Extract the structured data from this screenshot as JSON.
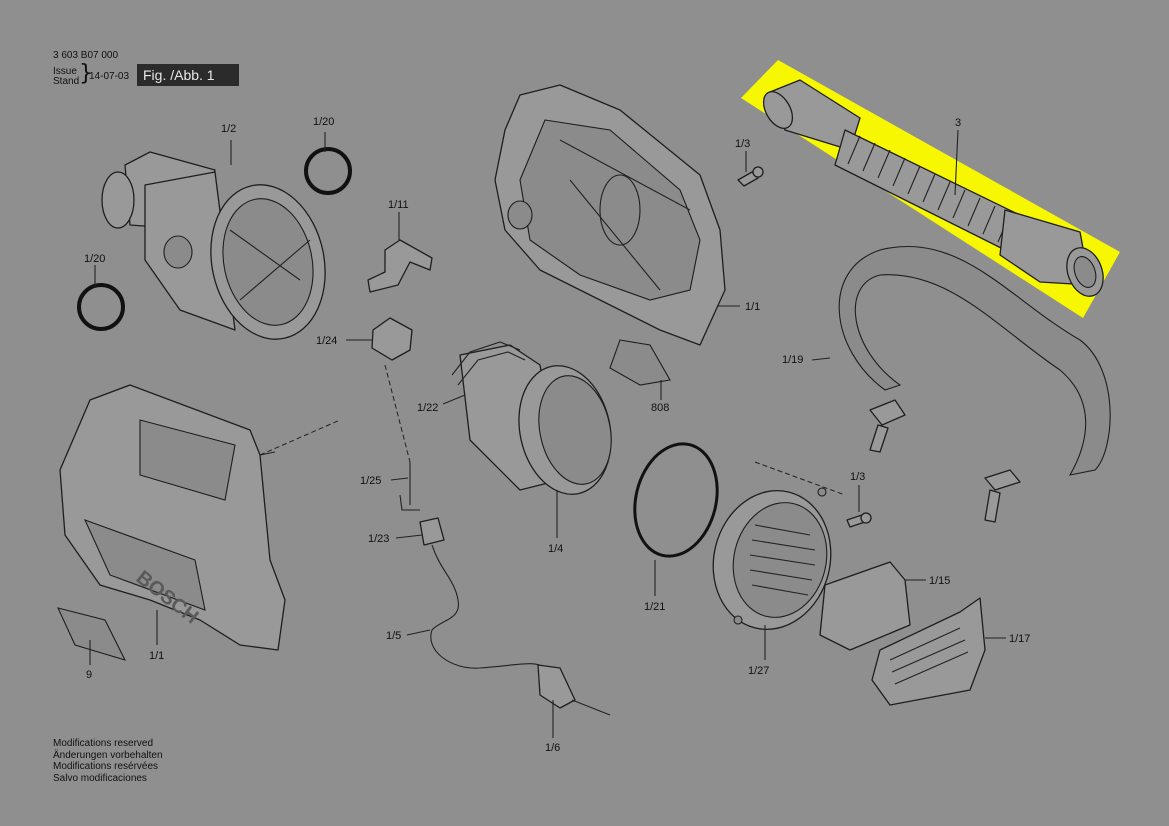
{
  "header": {
    "doc_number": "3 603 B07 000",
    "issue_label": "Issue",
    "stand_label": "Stand",
    "brace": "}",
    "issue_date": "14-07-03",
    "figure_label": "Fig. /Abb. 1"
  },
  "parts": {
    "p1_2": "1/2",
    "p1_20_top": "1/20",
    "p1_20_left": "1/20",
    "p1_11": "1/11",
    "p1_24": "1/24",
    "p1_3_top": "1/3",
    "p3": "3",
    "p1_1_right": "1/1",
    "p1_19": "1/19",
    "p808": "808",
    "p1_22": "1/22",
    "p1_25": "1/25",
    "p1_23": "1/23",
    "p1_4": "1/4",
    "p1_21": "1/21",
    "p1_3_right": "1/3",
    "p1_15": "1/15",
    "p1_17": "1/17",
    "p1_27": "1/27",
    "p1_5": "1/5",
    "p1_6": "1/6",
    "p1_1_left": "1/1",
    "p9": "9"
  },
  "brand_text": "BOSCH",
  "highlight_color": "#f7f701",
  "footer": {
    "line1": "Modifications reserved",
    "line2": "Änderungen vorbehalten",
    "line3": "Modifications resérvées",
    "line4": "Salvo modificaciones"
  }
}
